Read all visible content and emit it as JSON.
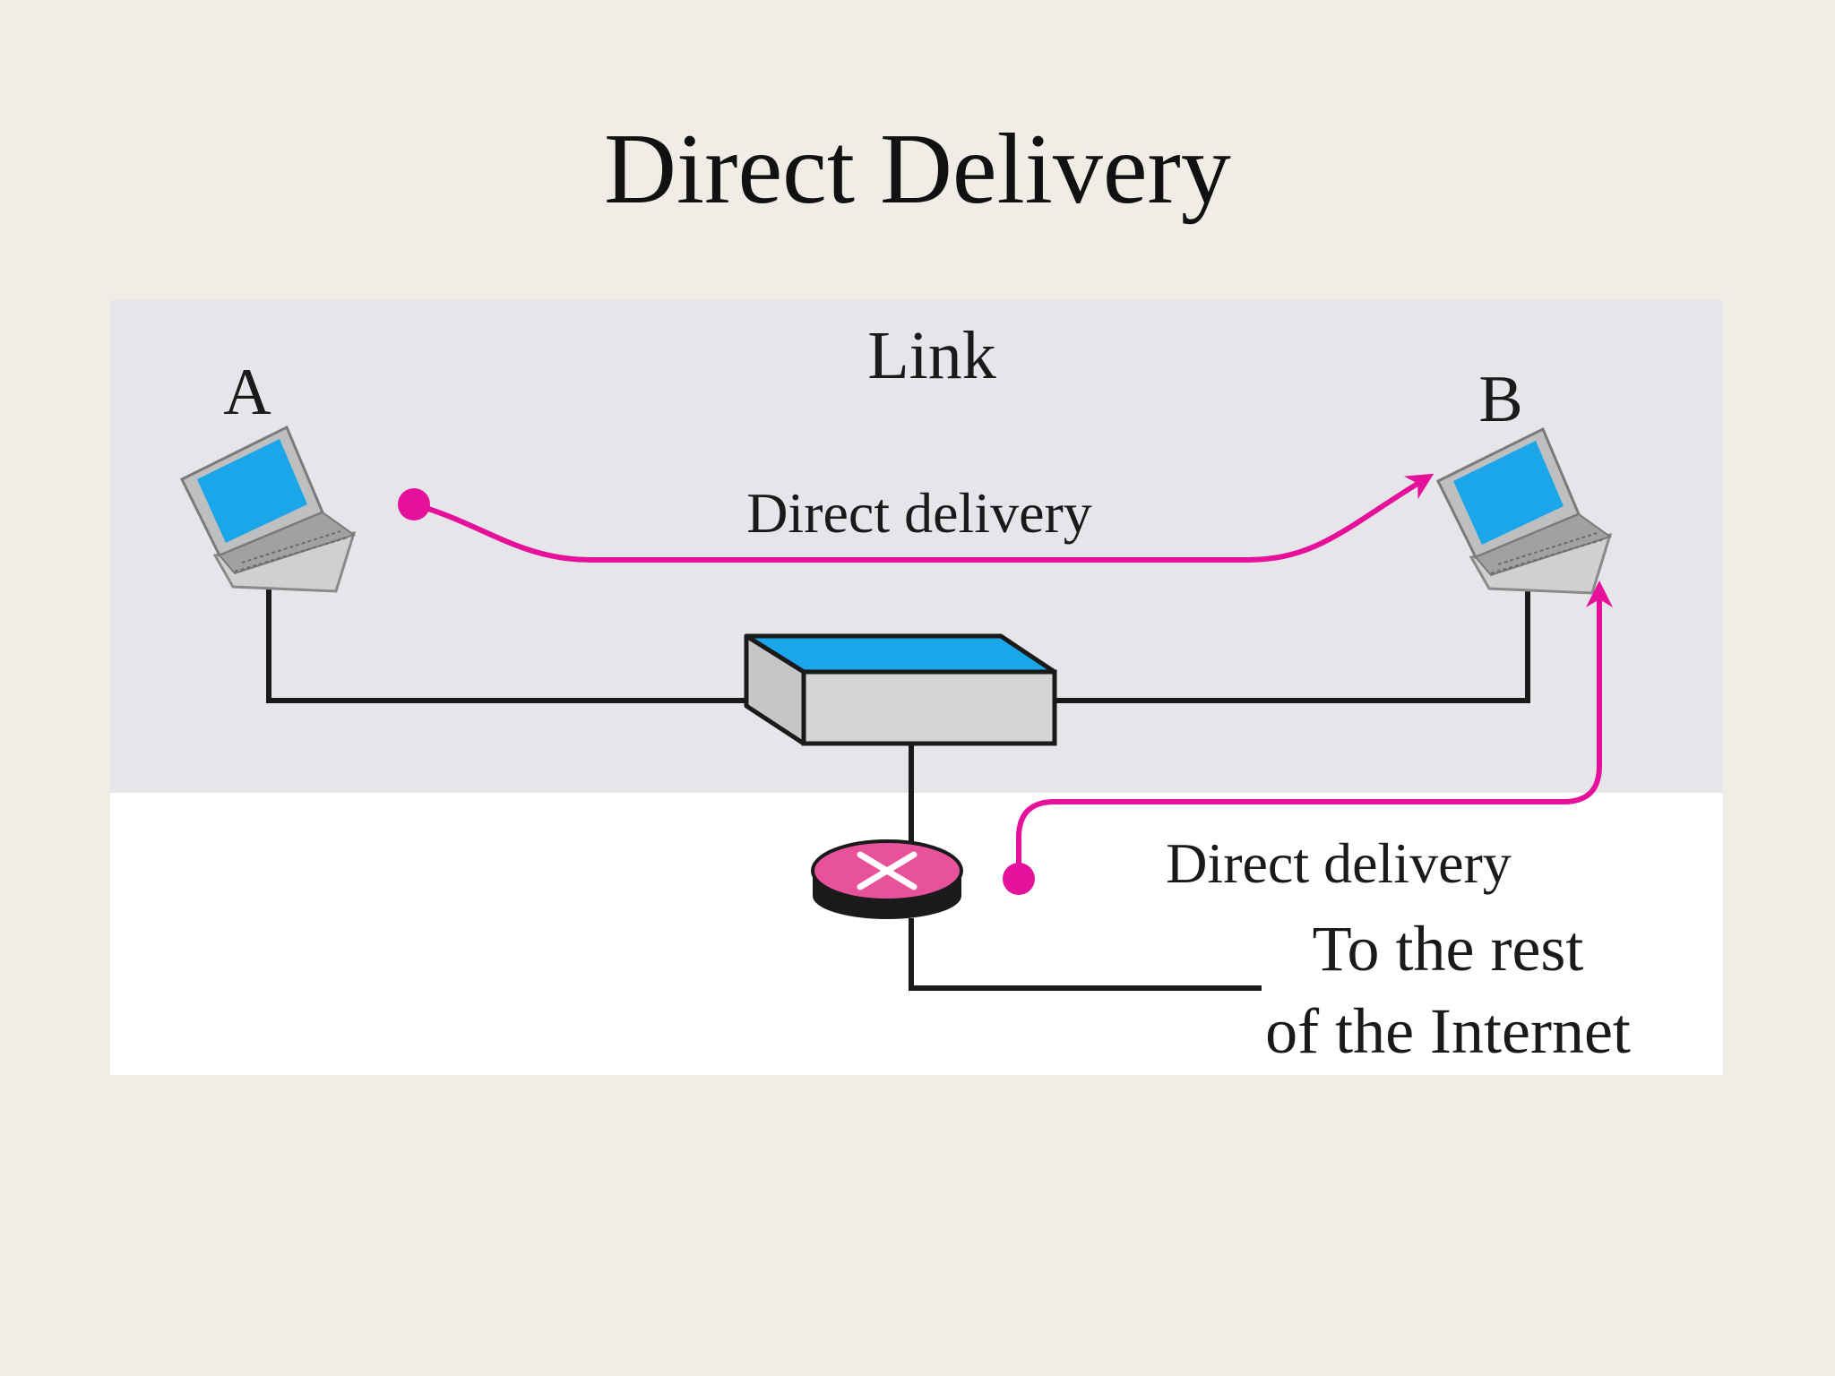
{
  "slide": {
    "title": "Direct Delivery"
  },
  "diagram": {
    "link_label": "Link",
    "host_a_label": "A",
    "host_b_label": "B",
    "path_a_to_b_label": "Direct delivery",
    "path_router_to_b_label": "Direct delivery",
    "internet_label_line1": "To the rest",
    "internet_label_line2": "of the Internet",
    "colors": {
      "link_area": "#e6e5ea",
      "outside_area": "#ffffff",
      "delivery_path": "#e5119a",
      "screen": "#1aa6e8",
      "router": "#e8529a",
      "switch_body": "#d3d5d7",
      "wire": "#1a1a1a"
    }
  }
}
